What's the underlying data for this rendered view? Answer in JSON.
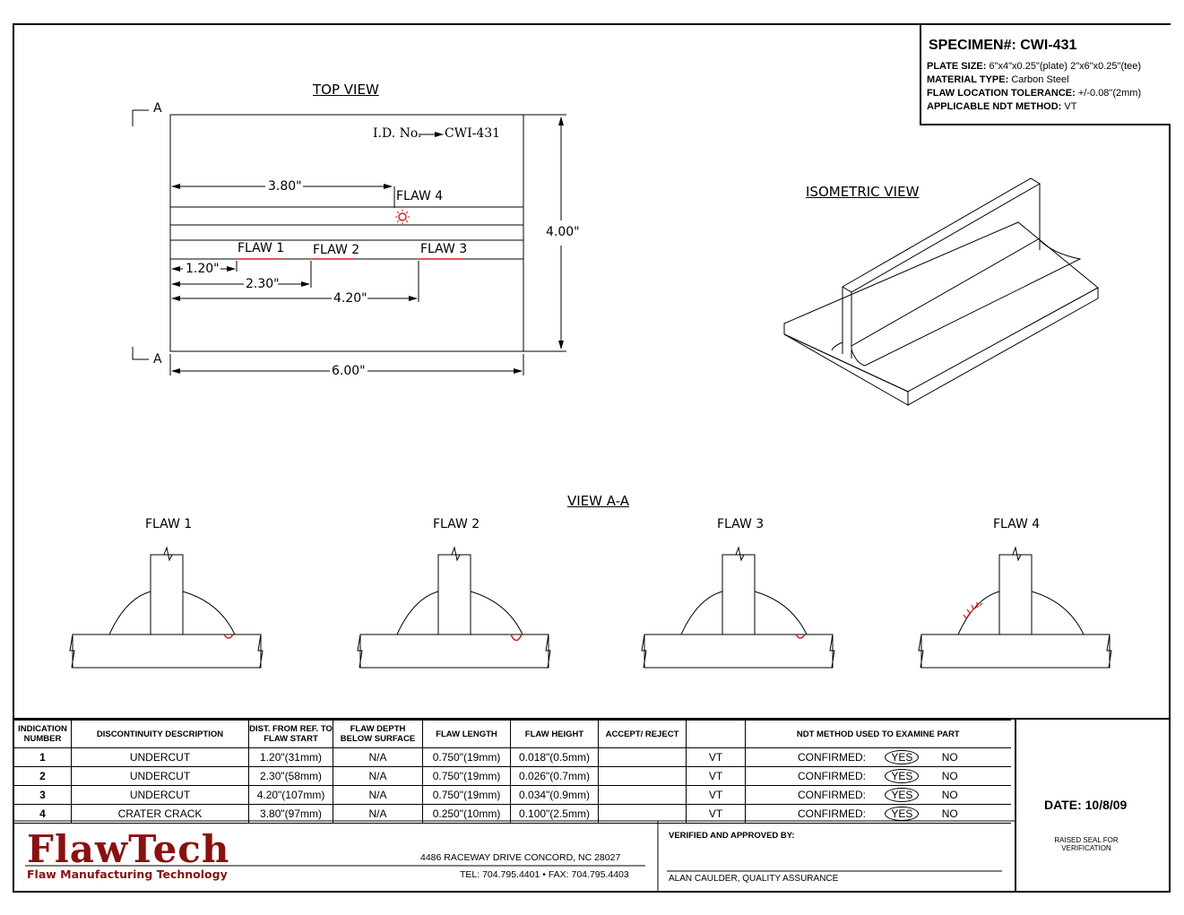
{
  "spec": {
    "title": "SPECIMEN#:  CWI-431",
    "rows": [
      {
        "label": "PLATE SIZE:",
        "value": "6\"x4\"x0.25\"(plate) 2\"x6\"x0.25\"(tee)"
      },
      {
        "label": "MATERIAL TYPE:",
        "value": "Carbon Steel"
      },
      {
        "label": "FLAW LOCATION TOLERANCE:",
        "value": "+/-0.08\"(2mm)"
      },
      {
        "label": "APPLICABLE NDT METHOD:",
        "value": "VT"
      }
    ]
  },
  "top_view": {
    "title": "TOP VIEW",
    "section_a_top": "A",
    "section_a_bottom": "A",
    "id_label": "I.D. No.",
    "id_value": "CWI-431",
    "dim_380": "3.80\"",
    "dim_400": "4.00\"",
    "dim_120": "1.20\"",
    "dim_230": "2.30\"",
    "dim_420": "4.20\"",
    "dim_600": "6.00\"",
    "flaw1": "FLAW 1",
    "flaw2": "FLAW 2",
    "flaw3": "FLAW 3",
    "flaw4": "FLAW 4"
  },
  "iso_title": "ISOMETRIC VIEW",
  "view_aa": {
    "title": "VIEW A-A",
    "labels": [
      "FLAW 1",
      "FLAW 2",
      "FLAW 3",
      "FLAW 4"
    ]
  },
  "table": {
    "headers": [
      "INDICATION NUMBER",
      "DISCONTINUITY DESCRIPTION",
      "DIST. FROM REF. TO FLAW START",
      "FLAW DEPTH BELOW SURFACE",
      "FLAW LENGTH",
      "FLAW HEIGHT",
      "ACCEPT/ REJECT",
      "",
      "NDT METHOD USED TO EXAMINE PART"
    ],
    "rows": [
      {
        "num": "1",
        "desc": "UNDERCUT",
        "dist": "1.20\"(31mm)",
        "depth": "N/A",
        "length": "0.750\"(19mm)",
        "height": "0.018\"(0.5mm)",
        "method": "VT",
        "confirmed": "CONFIRMED:",
        "yes": "YES",
        "no": "NO"
      },
      {
        "num": "2",
        "desc": "UNDERCUT",
        "dist": "2.30\"(58mm)",
        "depth": "N/A",
        "length": "0.750\"(19mm)",
        "height": "0.026\"(0.7mm)",
        "method": "VT",
        "confirmed": "CONFIRMED:",
        "yes": "YES",
        "no": "NO"
      },
      {
        "num": "3",
        "desc": "UNDERCUT",
        "dist": "4.20\"(107mm)",
        "depth": "N/A",
        "length": "0.750\"(19mm)",
        "height": "0.034\"(0.9mm)",
        "method": "VT",
        "confirmed": "CONFIRMED:",
        "yes": "YES",
        "no": "NO"
      },
      {
        "num": "4",
        "desc": "CRATER CRACK",
        "dist": "3.80\"(97mm)",
        "depth": "N/A",
        "length": "0.250\"(10mm)",
        "height": "0.100\"(2.5mm)",
        "method": "VT",
        "confirmed": "CONFIRMED:",
        "yes": "YES",
        "no": "NO"
      }
    ]
  },
  "footer": {
    "logo": "FlawTech",
    "tagline": "Flaw Manufacturing Technology",
    "address": "4486 RACEWAY DRIVE   CONCORD, NC  28027",
    "phone": "TEL: 704.795.4401  •  FAX: 704.795.4403",
    "verified": "VERIFIED AND APPROVED BY:",
    "approver": "ALAN CAULDER, QUALITY ASSURANCE",
    "date": "DATE:  10/8/09",
    "seal": "RAISED SEAL FOR VERIFICATION"
  },
  "colors": {
    "flaw": "#d42020",
    "logo": "#8a1010"
  }
}
